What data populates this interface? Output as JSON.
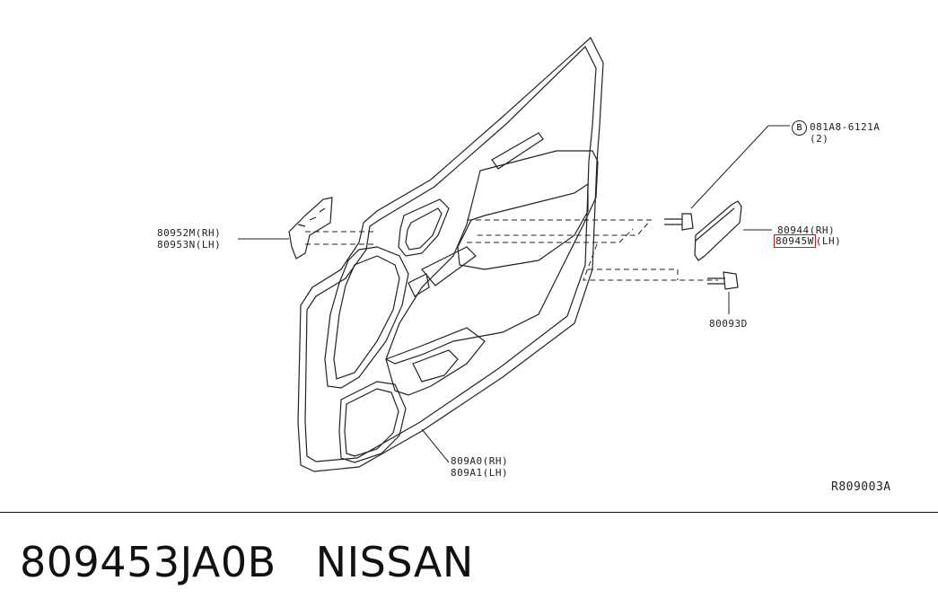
{
  "labels": {
    "bracket_rh": "80952M(RH)",
    "bracket_lh": "80953N(LH)",
    "ref_b": "B",
    "bolt_code": "081A8-6121A",
    "bolt_qty": "(2)",
    "pad_rh": "80944(RH)",
    "pad_lh_part": "80945W",
    "pad_lh_suffix": "(LH)",
    "screw": "80093D",
    "trim_rh": "809A0(RH)",
    "trim_lh": "809A1(LH)",
    "drawing_ref": "R809003A"
  },
  "footer": {
    "part_number": "809453JA0B",
    "brand": "NISSAN"
  },
  "colors": {
    "highlight": "#e01010",
    "line": "#222222"
  }
}
